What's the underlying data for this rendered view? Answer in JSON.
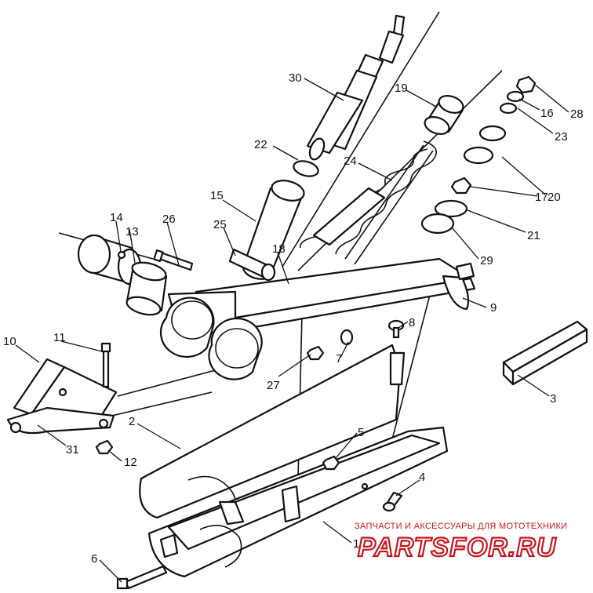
{
  "diagram": {
    "callouts": [
      "1",
      "2",
      "3",
      "4",
      "5",
      "6",
      "7",
      "8",
      "9",
      "10",
      "11",
      "12",
      "13",
      "14",
      "15",
      "16",
      "17",
      "18",
      "19",
      "20",
      "21",
      "22",
      "23",
      "24",
      "25",
      "26",
      "27",
      "28",
      "29",
      "30",
      "31"
    ]
  },
  "watermark": {
    "caption": "ЗАПЧАСТИ И АКСЕССУАРЫ ДЛЯ МОТОТЕХНИКИ",
    "logo": "PARTSFOR.RU"
  }
}
